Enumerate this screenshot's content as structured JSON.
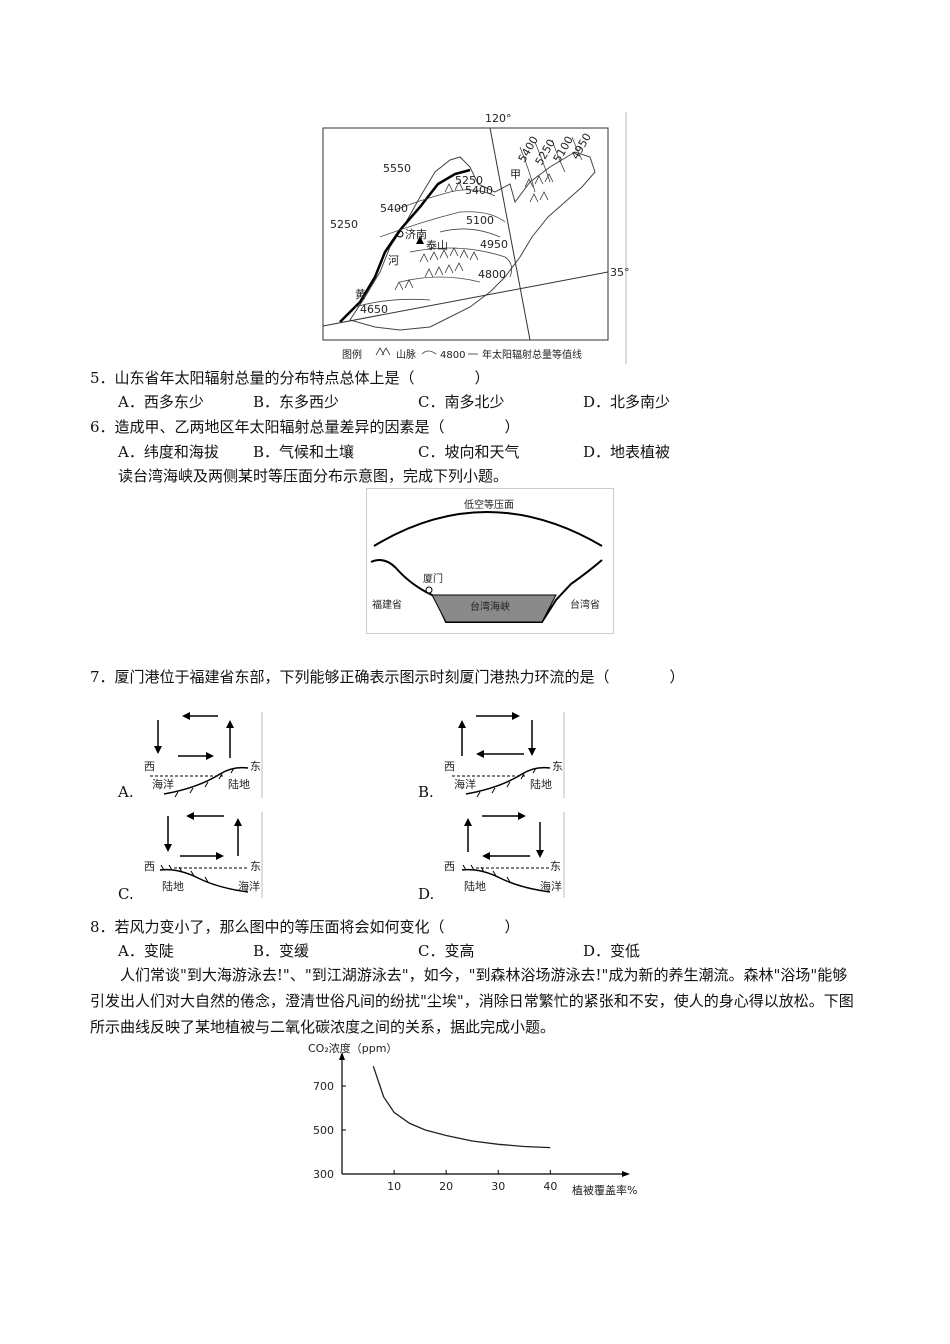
{
  "map": {
    "lon_label": "120°",
    "lat_label": "35°",
    "iso_values": [
      "5550",
      "5400",
      "5250",
      "5250",
      "5400",
      "5100",
      "4950",
      "4800",
      "4650",
      "5400",
      "5250",
      "5100",
      "4950"
    ],
    "place_jinan": "济南",
    "place_taishan": "泰山",
    "place_jia": "甲",
    "river_he": "河",
    "river_huang": "黄",
    "legend": "图例",
    "legend_mountain": "山脉",
    "legend_value": "4800",
    "legend_iso": "年太阳辐射总量等值线"
  },
  "q5": {
    "stem": "5．山东省年太阳辐射总量的分布特点总体上是（　　　　）",
    "options": [
      "A．西多东少",
      "B．东多西少",
      "C．南多北少",
      "D．北多南少"
    ]
  },
  "q6": {
    "stem": "6．造成甲、乙两地区年太阳辐射总量差异的因素是（　　　　）",
    "options": [
      "A．纬度和海拔",
      "B．气候和土壤",
      "C．坡向和天气",
      "D．地表植被"
    ]
  },
  "intro2": "读台湾海峡及两侧某时等压面分布示意图，完成下列小题。",
  "strait": {
    "isobar_label": "低空等压面",
    "xiamen": "厦门",
    "fujian": "福建省",
    "strait": "台湾海峡",
    "taiwan": "台湾省"
  },
  "q7": {
    "stem": "7．厦门港位于福建省东部，下列能够正确表示图示时刻厦门港热力环流的是（　　　　）",
    "options": [
      {
        "letter": "A.",
        "west": "西",
        "east": "东",
        "left": "海洋",
        "right": "陆地"
      },
      {
        "letter": "B.",
        "west": "西",
        "east": "东",
        "left": "海洋",
        "right": "陆地"
      },
      {
        "letter": "C.",
        "west": "西",
        "east": "东",
        "left": "陆地",
        "right": "海洋"
      },
      {
        "letter": "D.",
        "west": "西",
        "east": "东",
        "left": "陆地",
        "right": "海洋"
      }
    ]
  },
  "q8": {
    "stem": "8．若风力变小了，那么图中的等压面将会如何变化（　　　　）",
    "options": [
      "A．变陡",
      "B．变缓",
      "C．变高",
      "D．变低"
    ]
  },
  "intro3": "人们常谈\"到大海游泳去!\"、\"到江湖游泳去\"，如今，\"到森林浴场游泳去!\"成为新的养生潮流。森林\"浴场\"能够引发出人们对大自然的倦念，澄清世俗凡间的纷扰\"尘埃\"，消除日常繁忙的紧张和不安，使人的身心得以放松。下图所示曲线反映了某地植被与二氧化碳浓度之间的关系，据此完成小题。",
  "chart_data": {
    "type": "line",
    "ylabel": "CO₂浓度（ppm）",
    "xlabel": "植被覆盖率%",
    "x_ticks": [
      "10",
      "20",
      "30",
      "40"
    ],
    "y_ticks": [
      "300",
      "500",
      "700"
    ],
    "ylim": [
      300,
      800
    ],
    "xlim": [
      0,
      48
    ],
    "series": [
      {
        "x": [
          6,
          8,
          10,
          13,
          16,
          20,
          25,
          30,
          35,
          40
        ],
        "y": [
          790,
          650,
          580,
          530,
          500,
          475,
          450,
          435,
          425,
          420
        ]
      }
    ]
  }
}
